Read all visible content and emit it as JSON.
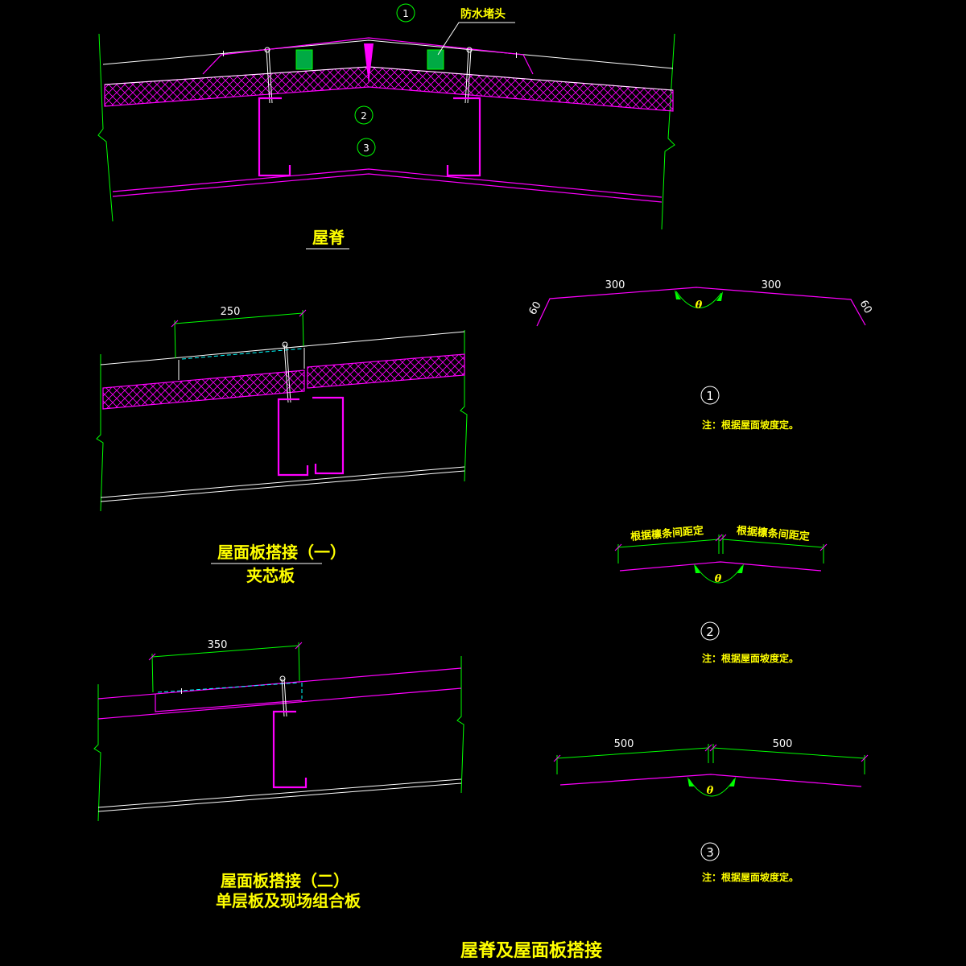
{
  "ridge": {
    "title": "屋脊",
    "callout_label": "防水堵头",
    "markers": [
      "1",
      "2",
      "3"
    ]
  },
  "lap1": {
    "title": "屋面板搭接（一）",
    "subtitle": "夹芯板",
    "dimension": "250"
  },
  "lap2": {
    "title": "屋面板搭接（二）",
    "subtitle": "单层板及现场组合板",
    "dimension": "350"
  },
  "detail1": {
    "marker": "1",
    "dim_left": "300",
    "dim_right": "300",
    "dim_left_leg": "60",
    "dim_right_leg": "60",
    "angle": "θ",
    "note": "注：根据屋面坡度定。"
  },
  "detail2": {
    "marker": "2",
    "dim_left": "根据檩条间距定",
    "dim_right": "根据檩条间距定",
    "angle": "θ",
    "note": "注：根据屋面坡度定。"
  },
  "detail3": {
    "marker": "3",
    "dim_left": "500",
    "dim_right": "500",
    "angle": "θ",
    "note": "注：根据屋面坡度定。"
  },
  "sheet_title": "屋脊及屋面板搭接",
  "colors": {
    "background": "#000000",
    "panel_lines": "#ff00ff",
    "dimension_lines": "#00ff00",
    "labels": "#ffff00",
    "outline": "#ffffff"
  }
}
